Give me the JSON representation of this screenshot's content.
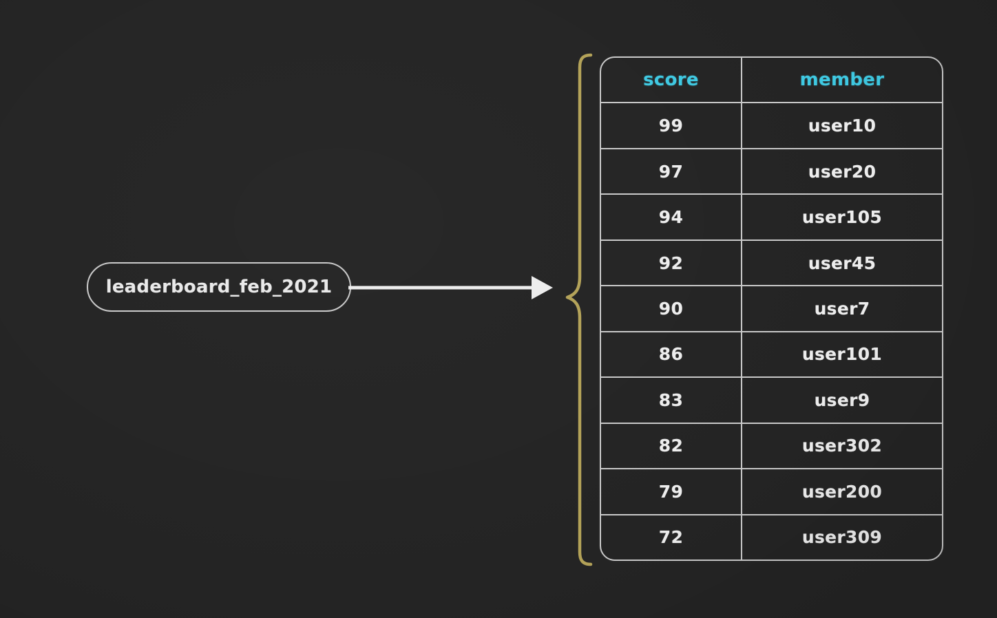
{
  "background_color": "#242424",
  "key_node": {
    "label": "leaderboard_feb_2021",
    "border_color": "#c9c9c9",
    "text_color": "#e9e9e9"
  },
  "arrow": {
    "icon": "right-arrow-icon",
    "color": "#ededed"
  },
  "brace": {
    "icon": "curly-brace-icon",
    "color": "#b3a258",
    "orientation": "left"
  },
  "table": {
    "border_color": "#c9c9c9",
    "header_text_color": "#3fc9e2",
    "cell_text_color": "#ededed",
    "columns": [
      "score",
      "member"
    ],
    "rows": [
      {
        "score": "99",
        "member": "user10"
      },
      {
        "score": "97",
        "member": "user20"
      },
      {
        "score": "94",
        "member": "user105"
      },
      {
        "score": "92",
        "member": "user45"
      },
      {
        "score": "90",
        "member": "user7"
      },
      {
        "score": "86",
        "member": "user101"
      },
      {
        "score": "83",
        "member": "user9"
      },
      {
        "score": "82",
        "member": "user302"
      },
      {
        "score": "79",
        "member": "user200"
      },
      {
        "score": "72",
        "member": "user309"
      }
    ]
  },
  "chart_data": {
    "type": "table",
    "title": "leaderboard_feb_2021",
    "columns": [
      "score",
      "member"
    ],
    "categories": [
      "user10",
      "user20",
      "user105",
      "user45",
      "user7",
      "user101",
      "user9",
      "user302",
      "user200",
      "user309"
    ],
    "values": [
      99,
      97,
      94,
      92,
      90,
      86,
      83,
      82,
      79,
      72
    ],
    "xlabel": "member",
    "ylabel": "score",
    "ylim": [
      72,
      99
    ]
  }
}
